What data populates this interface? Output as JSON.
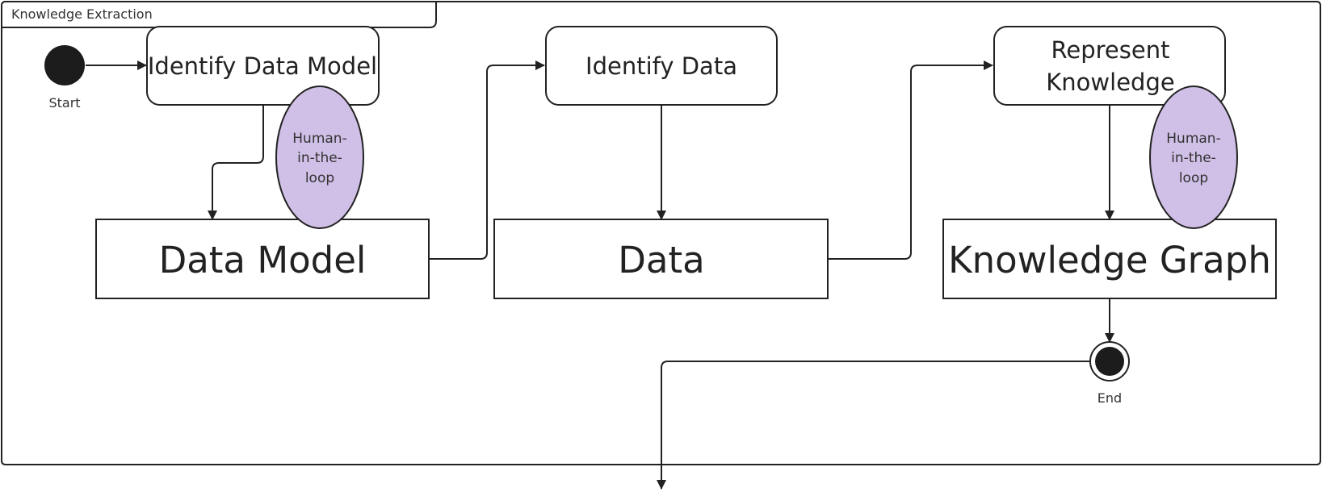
{
  "frame": {
    "label": "Knowledge Extraction"
  },
  "start": {
    "label": "Start"
  },
  "end": {
    "label": "End"
  },
  "actions": {
    "identify_data_model": "Identify Data Model",
    "identify_data": "Identify Data",
    "represent_knowledge": [
      "Represent",
      "Knowledge"
    ]
  },
  "objects": {
    "data_model": "Data Model",
    "data": "Data",
    "knowledge_graph": "Knowledge Graph"
  },
  "annotations": {
    "human_in_the_loop": [
      "Human-",
      "in-the-",
      "loop"
    ]
  },
  "colors": {
    "stroke": "#222222",
    "node_fill": "#1c1c1c",
    "hitl_fill": "#d0bfe6",
    "background": "#ffffff"
  }
}
